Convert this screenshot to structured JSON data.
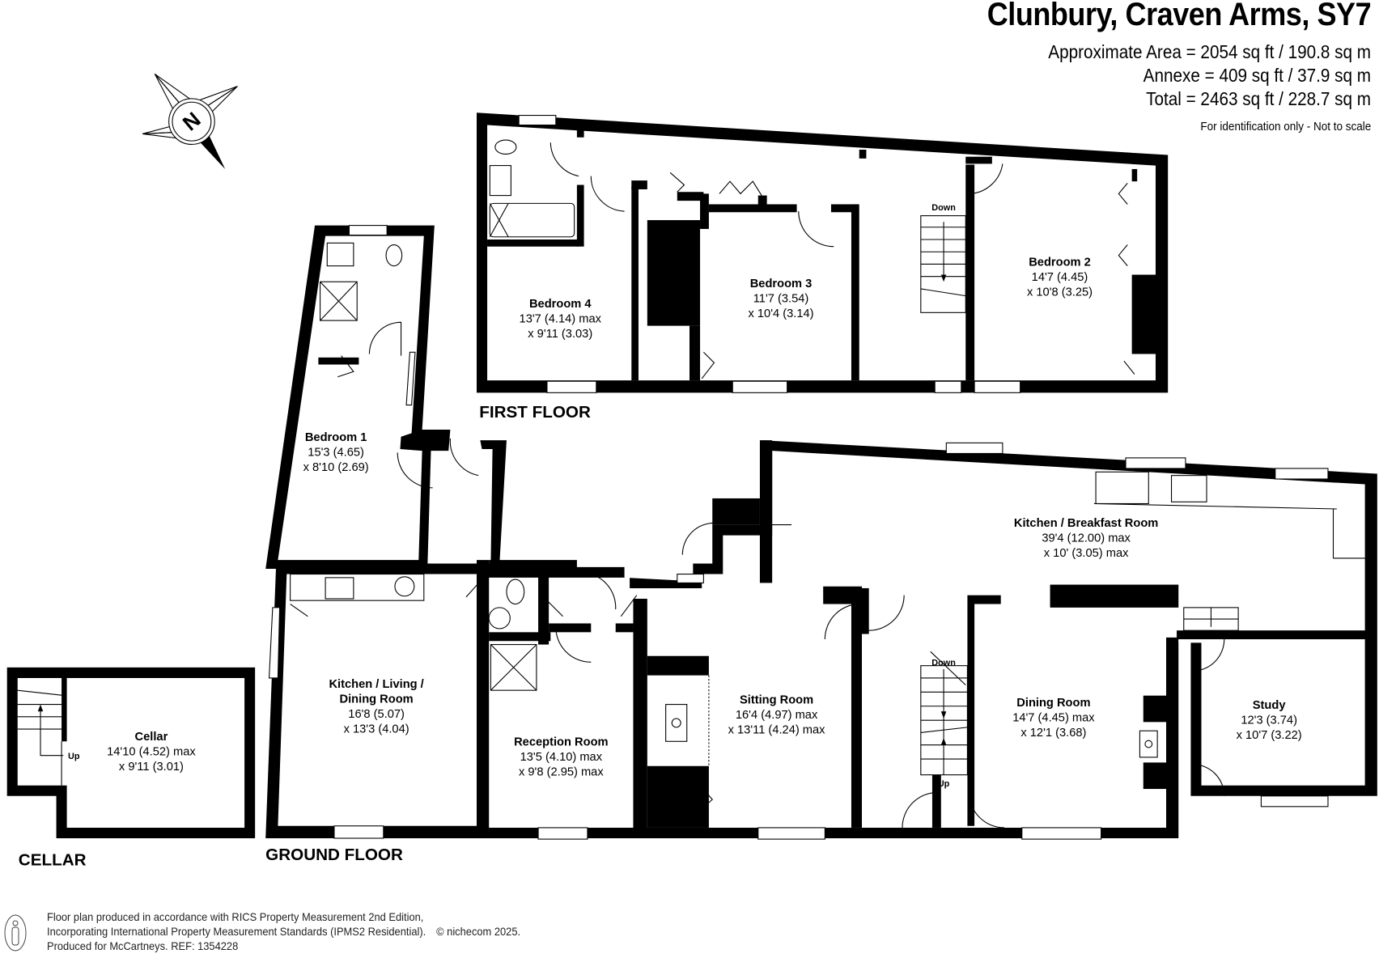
{
  "header": {
    "title": "Clunbury, Craven Arms, SY7",
    "approximate_area": "Approximate Area = 2054 sq ft / 190.8 sq m",
    "annexe_area": "Annexe = 409 sq ft / 37.9 sq m",
    "total_area": "Total = 2463 sq ft / 228.7 sq m",
    "disclaimer": "For identification only - Not to scale"
  },
  "compass": {
    "label": "N",
    "icon": "north-compass-icon"
  },
  "floors": {
    "first": {
      "label": "FIRST FLOOR",
      "rooms": [
        {
          "name": "Bedroom 4",
          "dim1": "13'7 (4.14) max",
          "dim2": "x 9'11 (3.03)"
        },
        {
          "name": "Bedroom 3",
          "dim1": "11'7 (3.54)",
          "dim2": "x 10'4 (3.14)"
        },
        {
          "name": "Bedroom 2",
          "dim1": "14'7 (4.45)",
          "dim2": "x 10'8 (3.25)"
        },
        {
          "name": "Bedroom 1",
          "dim1": "15'3 (4.65)",
          "dim2": "x 8'10 (2.69)"
        }
      ],
      "stairs_label": "Down"
    },
    "ground": {
      "label": "GROUND FLOOR",
      "rooms": [
        {
          "name": "Kitchen / Living /",
          "name2": "Dining Room",
          "dim1": "16'8 (5.07)",
          "dim2": "x 13'3 (4.04)"
        },
        {
          "name": "Reception Room",
          "dim1": "13'5 (4.10) max",
          "dim2": "x 9'8 (2.95) max"
        },
        {
          "name": "Sitting Room",
          "dim1": "16'4 (4.97) max",
          "dim2": "x 13'11 (4.24) max"
        },
        {
          "name": "Kitchen / Breakfast Room",
          "dim1": "39'4 (12.00) max",
          "dim2": "x 10' (3.05) max"
        },
        {
          "name": "Dining Room",
          "dim1": "14'7 (4.45) max",
          "dim2": "x 12'1 (3.68)"
        },
        {
          "name": "Study",
          "dim1": "12'3 (3.74)",
          "dim2": "x 10'7 (3.22)"
        }
      ],
      "stairs_down": "Down",
      "stairs_up": "Up"
    },
    "cellar": {
      "label": "CELLAR",
      "rooms": [
        {
          "name": "Cellar",
          "dim1": "14'10 (4.52) max",
          "dim2": "x 9'11 (3.01)"
        }
      ],
      "stairs_label": "Up"
    }
  },
  "footer": {
    "line1": "Floor plan produced in accordance with RICS Property Measurement 2nd Edition,",
    "line2": "Incorporating International Property Measurement Standards (IPMS2 Residential).",
    "copyright": "© nichecom 2025.",
    "line3": "Produced for McCartneys.   REF: 1354228"
  }
}
